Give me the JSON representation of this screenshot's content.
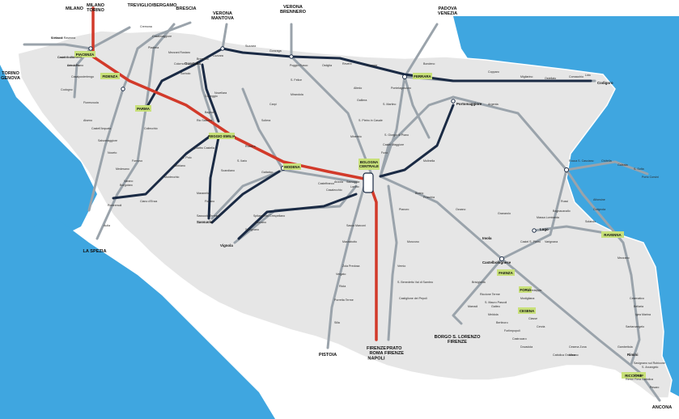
{
  "colors": {
    "sea": "#3fa6e0",
    "land": "#dde6f0",
    "region": "#e6e6e6",
    "line_main": "#1a2a44",
    "line_regional": "#9aa3ab",
    "line_highspeed": "#d23a2a",
    "hub_box": "#c8e07a"
  },
  "icons": [
    "accessibility-icon",
    "rail-terminus-icon"
  ],
  "terminals": {
    "milano": "MILANO",
    "milano_torino": "MILANO\nTORINO",
    "treviglio": "TREVIGLIO/BERGAMO",
    "brescia": "BRESCIA",
    "verona_mantova": "VERONA\nMANTOVA",
    "verona_brennero": "VERONA\nBRENNERO",
    "padova_venezia": "PADOVA\nVENEZIA",
    "torino_genova": "TORINO\nGENOVA",
    "la_spezia": "LA SPEZIA",
    "pistoia": "PISTOIA",
    "firenze_roma_napoli": "FIRENZE\nROMA\nNAPOLI",
    "prato_firenze": "PRATO\nFIRENZE",
    "borgo_lorenzo": "BORGO S. LORENZO\nFIRENZE",
    "ancona": "ANCONA"
  },
  "hubs": {
    "bologna": "BOLOGNA\nCENTRALE",
    "modena": "MODENA",
    "reggio": "REGGIO EMILIA",
    "parma": "PARMA",
    "fidenza": "FIDENZA",
    "piacenza": "PIACENZA",
    "ferrara": "FERRARA",
    "ravenna": "RAVENNA",
    "faenza": "FAENZA",
    "forli": "FORLÌ",
    "cesena": "CESENA",
    "riccione": "RICCIONE"
  },
  "cities": {
    "imola": "Imola",
    "lugo": "Lugo",
    "rimini": "Rimini",
    "codigoro": "Codigoro",
    "castelbolognese": "Castelbolognese",
    "guastalla": "Guastalla",
    "sassuolo": "Sassuolo",
    "vignola": "Vignola",
    "portomaggiore": "Portomaggiore"
  },
  "stations": [
    "S. Nicolò",
    "Castel S. Giovanni",
    "Arena Po",
    "Casalpusterlengo",
    "Codogno",
    "Fiorenzuola",
    "Alseno",
    "Castell'Arquato",
    "Cremona",
    "Casalmaggiore",
    "Piadena",
    "Mezzani Rostaro",
    "Colorno",
    "Sorbolo",
    "Brescello",
    "Luzzara",
    "Suzzara",
    "Gonzaga",
    "Poggio Rusco",
    "S. Felice",
    "Mirandola",
    "Carpi",
    "Soliera",
    "Rubiera",
    "Scandiano",
    "Sassuolo Terminal",
    "Fiorano",
    "Maranello",
    "Spilamberto",
    "Savignano",
    "Bazzano",
    "Crespellano",
    "Casalecchio",
    "Sasso Marconi",
    "Marzabotto",
    "Vergato",
    "Porretta Terme",
    "Pianoro",
    "Monzuno",
    "Vernio",
    "S. Benedetto Val di Sambro",
    "Castiglione dei Pepoli",
    "S. Pietro in Casale",
    "Galliera",
    "Altedo",
    "Minerbio",
    "Budrio",
    "Molinella",
    "Argenta",
    "Massa Lombarda",
    "Bagnacavallo",
    "Russi",
    "Granarolo",
    "Brisighella",
    "Marradi",
    "Ostiglia",
    "Revere",
    "Sermide",
    "Bondeno",
    "Copparo",
    "Migliarino",
    "Ostellato",
    "Comacchio",
    "Lido",
    "Pontelagoscuro",
    "S. Martino",
    "Castel Maggiore",
    "Funo",
    "S. Giorgio di Piano",
    "Cesenatico",
    "Bellaria",
    "Igea Marina",
    "Santarcangelo",
    "Cattolica",
    "Pesaro",
    "Collecchio",
    "Fornovo",
    "Borgotaro",
    "Pontremoli",
    "Aulla",
    "Salsomaggiore",
    "Noceto",
    "Medesano",
    "Varano",
    "Ciano d'Enza",
    "Montecchio",
    "Bibbiano",
    "S. Polo",
    "Quattro Castella",
    "Bagnolo",
    "Correggio",
    "Novellara",
    "Rio Saliceto",
    "S. Ilario",
    "Gattatico",
    "Castelfranco",
    "Anzola",
    "Samoggia",
    "Lavino",
    "Zola Predosa",
    "Riola",
    "Silla",
    "Pracchia",
    "Ozzano",
    "Castel S. Pietro",
    "Varignana",
    "Solarolo",
    "Cotignola",
    "Alfonsine",
    "Mezzano",
    "Classe",
    "Cervia",
    "Cesena Zona",
    "Gambettola",
    "Savignano sul Rubicone",
    "S. Arcangelo",
    "Viserba",
    "Rimini Fiera",
    "Misano",
    "Cattolica Gradara",
    "Riccione Terme",
    "S. Mauro Pascoli",
    "Gatteo",
    "Modigliana",
    "Predappio",
    "Meldola",
    "Bertinoro",
    "Forlimpopoli",
    "Castrocaro",
    "Dovadola",
    "Rocca S. Casciano",
    "Civitella",
    "Galeata",
    "S. Sofia",
    "Porto Corsini",
    "Marina di Ravenna",
    "Casalborsetti",
    "Lido Adriano"
  ]
}
